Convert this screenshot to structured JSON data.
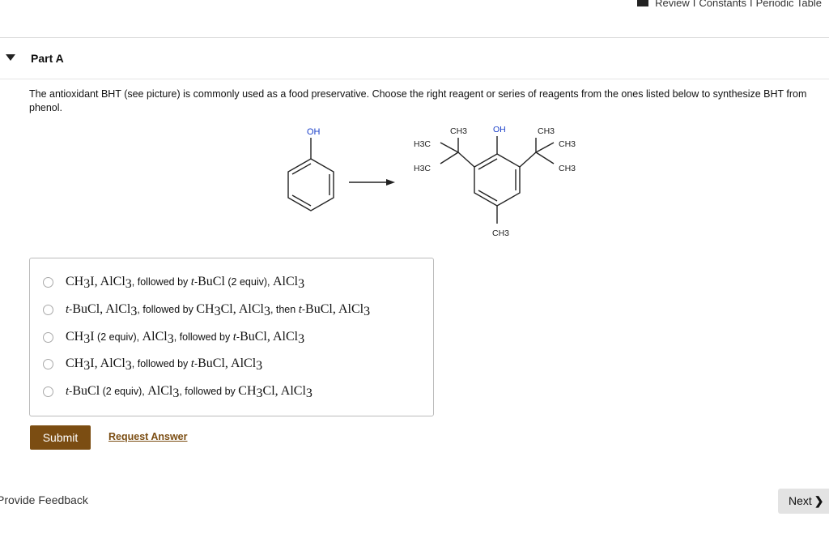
{
  "toplinks": {
    "review": "Review",
    "sep1": "I",
    "constants": "Constants",
    "sep2": "I",
    "periodic": "Periodic Table"
  },
  "part": {
    "title": "Part A"
  },
  "question": {
    "text": "The antioxidant BHT (see picture) is commonly used as a food preservative. Choose the right reagent or series of reagents from the ones listed below to synthesize BHT from phenol."
  },
  "molecule_labels": {
    "phenol_oh": "OH",
    "bht_oh": "OH",
    "h3c_top": "H3C",
    "h3c_bottom": "H3C",
    "ch3_left_top": "CH3",
    "ch3_right_top": "CH3",
    "ch3_right_mid": "CH3",
    "ch3_right_bottom": "CH3",
    "ch3_para": "CH3"
  },
  "options": {
    "o1": {
      "a": "CH",
      "a_sub": "3",
      "b": "I, AlCl",
      "b_sub": "3",
      "c": ", followed by ",
      "d": "t",
      "e": "-",
      "f": "BuCl",
      "g": " (2 equiv), ",
      "h": "AlCl",
      "h_sub": "3"
    },
    "o2": {
      "a": "t",
      "b": "-",
      "c": "BuCl, AlCl",
      "c_sub": "3",
      "d": ", followed by ",
      "e": "CH",
      "e_sub": "3",
      "f": "Cl, AlCl",
      "f_sub": "3",
      "g": ", then ",
      "h": "t",
      "i": "-",
      "j": "BuCl, AlCl",
      "j_sub": "3"
    },
    "o3": {
      "a": "CH",
      "a_sub": "3",
      "b": "I",
      "c": " (2 equiv), ",
      "d": "AlCl",
      "d_sub": "3",
      "e": ", followed by ",
      "f": "t",
      "g": "-",
      "h": "BuCl, AlCl",
      "h_sub": "3"
    },
    "o4": {
      "a": "CH",
      "a_sub": "3",
      "b": "I, AlCl",
      "b_sub": "3",
      "c": ", followed by ",
      "d": "t",
      "e": "-",
      "f": "BuCl, AlCl",
      "f_sub": "3"
    },
    "o5": {
      "a": "t",
      "b": "-",
      "c": "BuCl",
      "d": " (2 equiv), ",
      "e": "AlCl",
      "e_sub": "3",
      "f": ", followed by ",
      "g": "CH",
      "g_sub": "3",
      "h": "Cl, AlCl",
      "h_sub": "3"
    }
  },
  "actions": {
    "submit": "Submit",
    "request": "Request Answer"
  },
  "footer": {
    "feedback": "Provide Feedback",
    "next": "Next",
    "next_chev": "❯"
  },
  "colors": {
    "accent": "#7b4d12",
    "oh_blue": "#1a3fc9"
  }
}
